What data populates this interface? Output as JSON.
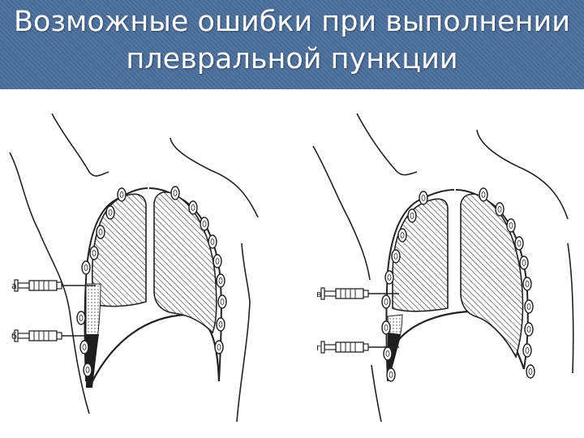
{
  "slide": {
    "title_line_1": "Возможные ошибки при выполнении",
    "title_line_2": "плевральной пункции"
  },
  "figure": {
    "labels": {
      "a": "а",
      "b": "б",
      "v": "в",
      "g": "г"
    }
  },
  "colors": {
    "title_bar": "#4a6e9b",
    "title_text": "#ffffff",
    "ink": "#222222"
  }
}
